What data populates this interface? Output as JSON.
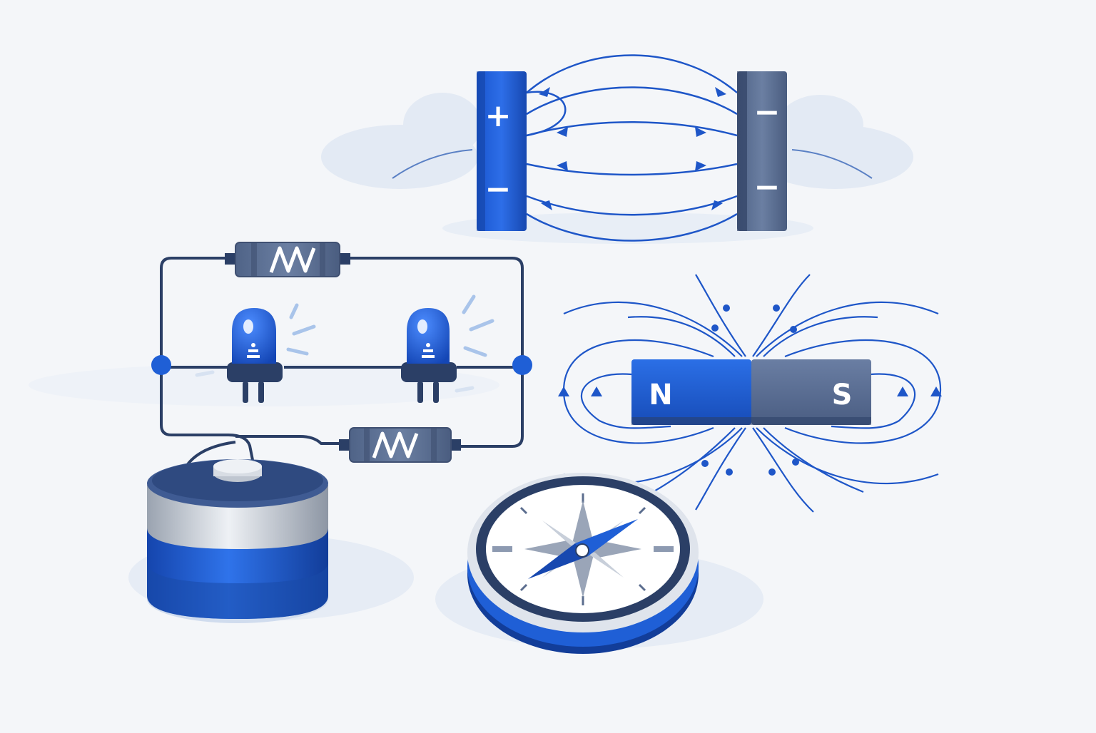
{
  "colors": {
    "background": "#f4f6f9",
    "blue": "#1f5fd6",
    "blue_dark": "#0f3f9e",
    "navy": "#2b3f66",
    "slate": "#5b6d8e",
    "slate_dark": "#3f5072",
    "field_line": "#1e56c8",
    "cloud": "#e3eaf4",
    "silver": "#c9ced6",
    "white": "#ffffff"
  },
  "capacitor": {
    "left_plate_top_sign": "+",
    "left_plate_bottom_sign": "−",
    "right_plate_top_sign": "−",
    "right_plate_bottom_sign": "−"
  },
  "magnet": {
    "north_label": "N",
    "south_label": "S"
  },
  "circuit": {
    "bulb_count": 2,
    "resistor_count": 2
  },
  "icons": [
    "capacitor-plates-icon",
    "bar-magnet-icon",
    "compass-icon",
    "battery-icon",
    "led-bulb-icon",
    "resistor-icon"
  ]
}
